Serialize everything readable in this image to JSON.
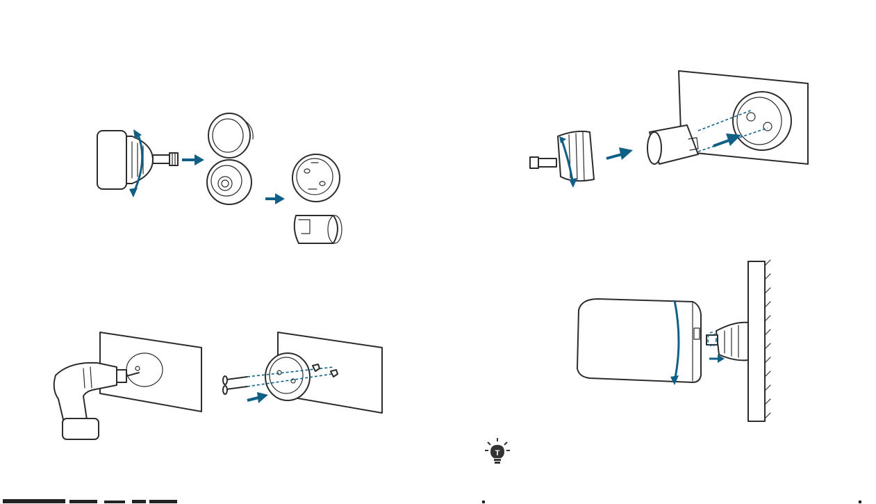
{
  "colors": {
    "arrow": "#0f5f86",
    "line": "#2b2b2b",
    "tip_icon": "#333333"
  },
  "steps": [
    {
      "id": "detach-mount",
      "icons": [
        "rotate-arrow",
        "push-arrow"
      ]
    },
    {
      "id": "drill-and-screw",
      "icons": [
        "drill",
        "screw",
        "push-arrow"
      ]
    },
    {
      "id": "attach-adapter",
      "icons": [
        "rotate-arrow",
        "push-arrow"
      ]
    },
    {
      "id": "mount-camera",
      "icons": [
        "rotate-arrow",
        "push-arrow"
      ]
    }
  ],
  "tip": {
    "icon": "lightbulb-icon",
    "letter": "T"
  }
}
